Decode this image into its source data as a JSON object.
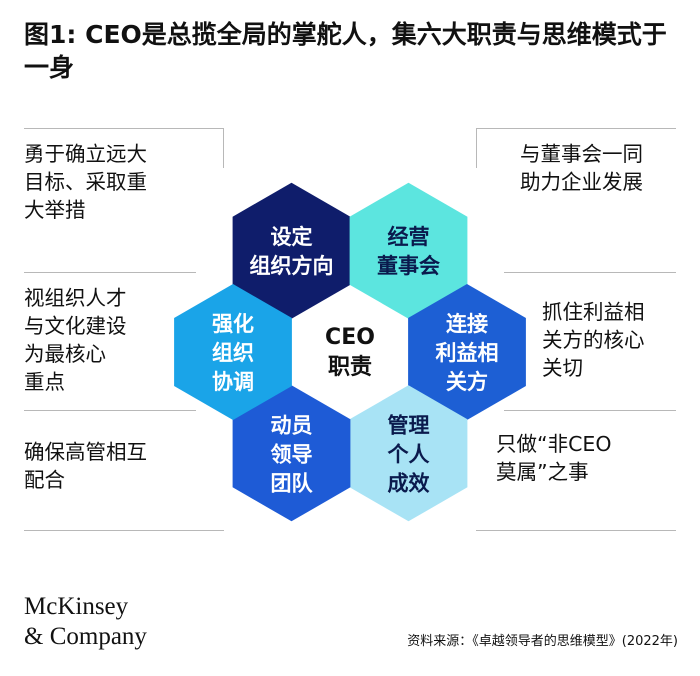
{
  "title": "图1: CEO是总揽全局的掌舵人，集六大职责与思维模式于一身",
  "center": {
    "line1": "CEO",
    "line2": "职责"
  },
  "hexagons": [
    {
      "id": "set-direction",
      "lines": [
        "设定",
        "组织方向"
      ],
      "fill": "#0f1d6b",
      "text_color": "#ffffff"
    },
    {
      "id": "board",
      "lines": [
        "经营",
        "董事会"
      ],
      "fill": "#5ce5df",
      "text_color": "#0a1a4d"
    },
    {
      "id": "stakeholders",
      "lines": [
        "连接",
        "利益相",
        "关方"
      ],
      "fill": "#1d5fd4",
      "text_color": "#ffffff"
    },
    {
      "id": "personal",
      "lines": [
        "管理",
        "个人",
        "成效"
      ],
      "fill": "#a8e3f5",
      "text_color": "#0a1a4d"
    },
    {
      "id": "lead-team",
      "lines": [
        "动员",
        "领导",
        "团队"
      ],
      "fill": "#1e5bd6",
      "text_color": "#ffffff"
    },
    {
      "id": "org-align",
      "lines": [
        "强化",
        "组织",
        "协调"
      ],
      "fill": "#1aa4e8",
      "text_color": "#ffffff"
    }
  ],
  "notes": {
    "left_top": [
      "勇于确立远大",
      "目标、采取重",
      "大举措"
    ],
    "left_mid": [
      "视组织人才",
      "与文化建设",
      "为最核心",
      "重点"
    ],
    "left_bottom": [
      "确保高管相互",
      "配合"
    ],
    "right_top": [
      "与董事会一同",
      "助力企业发展"
    ],
    "right_mid": [
      "抓住利益相",
      "关方的核心",
      "关切"
    ],
    "right_bottom": [
      "只做“非CEO",
      "莫属”之事"
    ]
  },
  "logo": {
    "line1": "McKinsey",
    "line2": "& Company"
  },
  "source": "资料来源：《卓越领导者的思维模型》(2022年)"
}
